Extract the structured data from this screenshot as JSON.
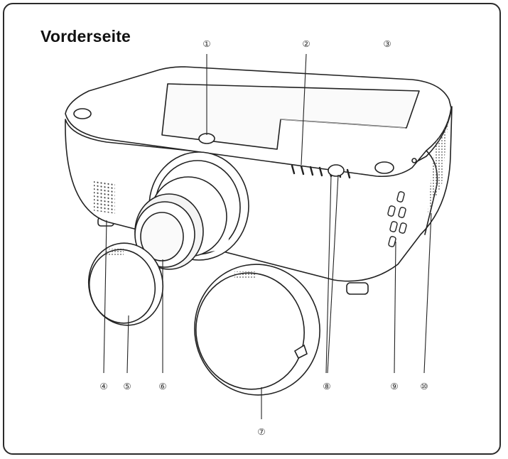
{
  "title": "Vorderseite",
  "callouts": [
    {
      "id": "1",
      "label": "①"
    },
    {
      "id": "2",
      "label": "②"
    },
    {
      "id": "3",
      "label": "③"
    },
    {
      "id": "4",
      "label": "④"
    },
    {
      "id": "5",
      "label": "⑤"
    },
    {
      "id": "6",
      "label": "⑥"
    },
    {
      "id": "7",
      "label": "⑦"
    },
    {
      "id": "8",
      "label": "⑧"
    },
    {
      "id": "9",
      "label": "⑨"
    },
    {
      "id": "10",
      "label": "⑩"
    }
  ],
  "colors": {
    "outline": "#222222",
    "fill": "#ffffff",
    "shade": "#f1f1f1"
  }
}
